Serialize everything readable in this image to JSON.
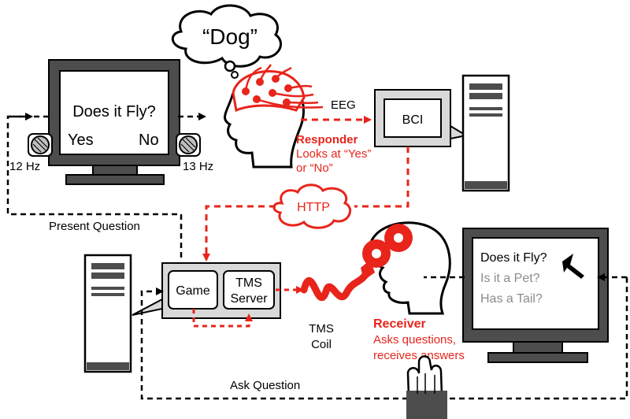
{
  "thought": "“Dog”",
  "monitor_left": {
    "question": "Does it Fly?",
    "yes": "Yes",
    "no": "No",
    "freq_left": "12 Hz",
    "freq_right": "13 Hz"
  },
  "eeg_label": "EEG",
  "bci_label": "BCI",
  "responder": {
    "title": "Responder",
    "line1": "Looks at “Yes”",
    "line2": "or “No”"
  },
  "http_label": "HTTP",
  "present_question": "Present Question",
  "game_label": "Game",
  "tms_server": {
    "line1": "TMS",
    "line2": "Server"
  },
  "tms_coil": {
    "line1": "TMS",
    "line2": "Coil"
  },
  "receiver": {
    "title": "Receiver",
    "line1": "Asks questions,",
    "line2": "receives answers"
  },
  "monitor_right": {
    "q1": "Does it Fly?",
    "q2": "Is it a Pet?",
    "q3": "Has a Tail?"
  },
  "ask_question": "Ask Question",
  "colors": {
    "red": "#e8241b",
    "gray_dark": "#4d4d4d",
    "gray_light": "#d9d9d9",
    "gray_text": "#8c8c8c"
  }
}
